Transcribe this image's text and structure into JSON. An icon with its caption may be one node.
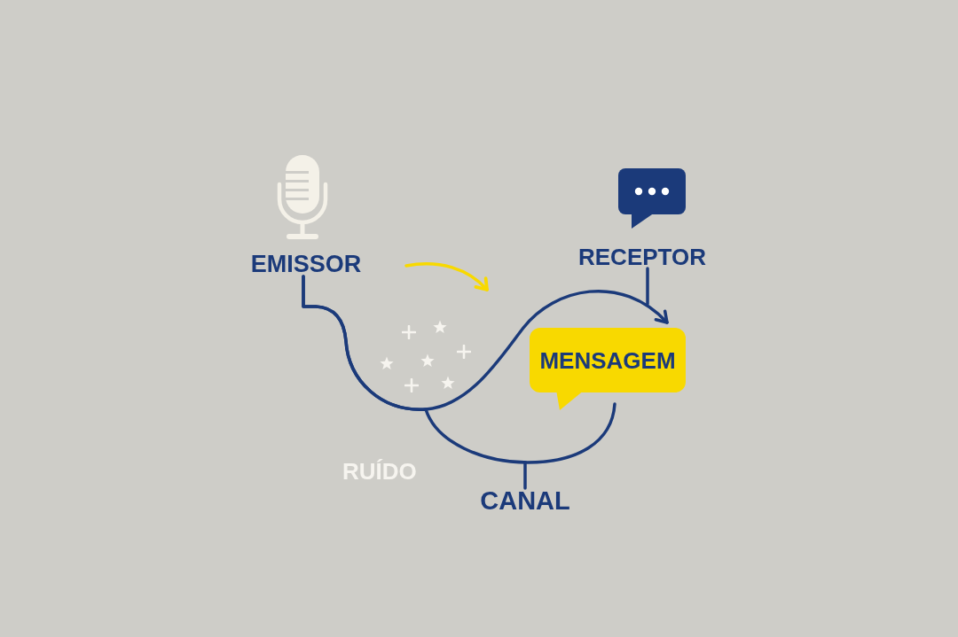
{
  "diagram": {
    "nodes": [
      {
        "text": [
          "EMISSOR"
        ]
      },
      {
        "text": [
          "RECEPTOR"
        ]
      },
      {
        "text": [
          "MENSAGEM"
        ]
      },
      {
        "text": [
          "CANAL"
        ]
      }
    ],
    "edges": [
      {
        "from": 0,
        "to": 2,
        "arrow": "to"
      },
      {
        "from": 0,
        "to": 2,
        "arrow": "none"
      },
      {
        "from": 1,
        "to": null,
        "arrow": "none"
      },
      {
        "from": 3,
        "to": null,
        "arrow": "none"
      }
    ],
    "labels": [
      "RUÍDO"
    ]
  }
}
